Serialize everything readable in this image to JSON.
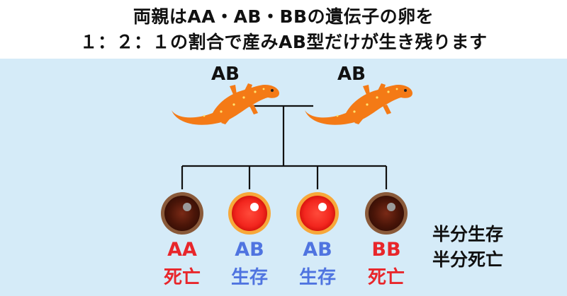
{
  "title": {
    "line1": "両親はAA・AB・BBの遺伝子の卵を",
    "line2": "１：２：１の割合で産みAB型だけが生き残ります"
  },
  "parents": [
    {
      "label": "AB"
    },
    {
      "label": "AB"
    }
  ],
  "offspring": [
    {
      "genotype": "AA",
      "fate": "死亡",
      "color": "#e8262b",
      "egg": "dark"
    },
    {
      "genotype": "AB",
      "fate": "生存",
      "color": "#4f74e0",
      "egg": "bright"
    },
    {
      "genotype": "AB",
      "fate": "生存",
      "color": "#4f74e0",
      "egg": "bright"
    },
    {
      "genotype": "BB",
      "fate": "死亡",
      "color": "#e8262b",
      "egg": "dark"
    }
  ],
  "side_note": {
    "line1": "半分生存",
    "line2": "半分死亡"
  },
  "colors": {
    "background": "#d5ebf8",
    "header": "#ffffff",
    "newt": "#f47a16",
    "dead": "#e8262b",
    "alive": "#4f74e0"
  }
}
